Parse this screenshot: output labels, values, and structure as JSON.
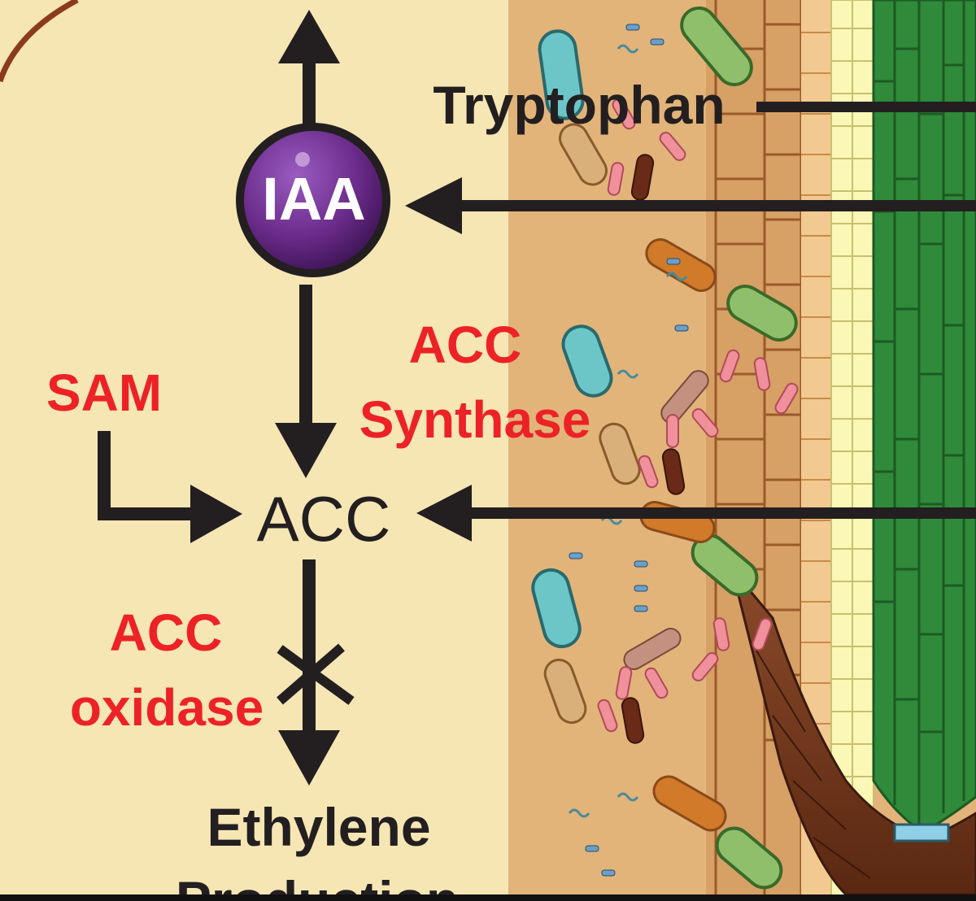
{
  "labels": {
    "iaa": "IAA",
    "tryptophan": "Tryptophan",
    "acc_synthase_line1": "ACC",
    "acc_synthase_line2": "Synthase",
    "sam": "SAM",
    "acc": "ACC",
    "acc_oxidase_line1": "ACC",
    "acc_oxidase_line2": "oxidase",
    "ethylene_line1": "Ethylene",
    "ethylene_line2": "Production"
  },
  "colors": {
    "background_cell": "#f6e6b4",
    "rhizosphere": "#e2b47a",
    "cell_wall": "#8c3a1e",
    "arrow": "#231f20",
    "enzyme_text": "#ec2227",
    "iaa_circle": "#6a2b8a",
    "root_cortex": "#d7a064",
    "root_endodermis": "#fbf7b6",
    "root_stele": "#2f8a3a",
    "root_cap": "#7a3f24"
  },
  "icons": [
    "up-arrow-icon",
    "left-arrow-icon",
    "down-arrow-icon",
    "right-arrow-icon",
    "inhibition-x-icon",
    "bacterium-icon"
  ]
}
